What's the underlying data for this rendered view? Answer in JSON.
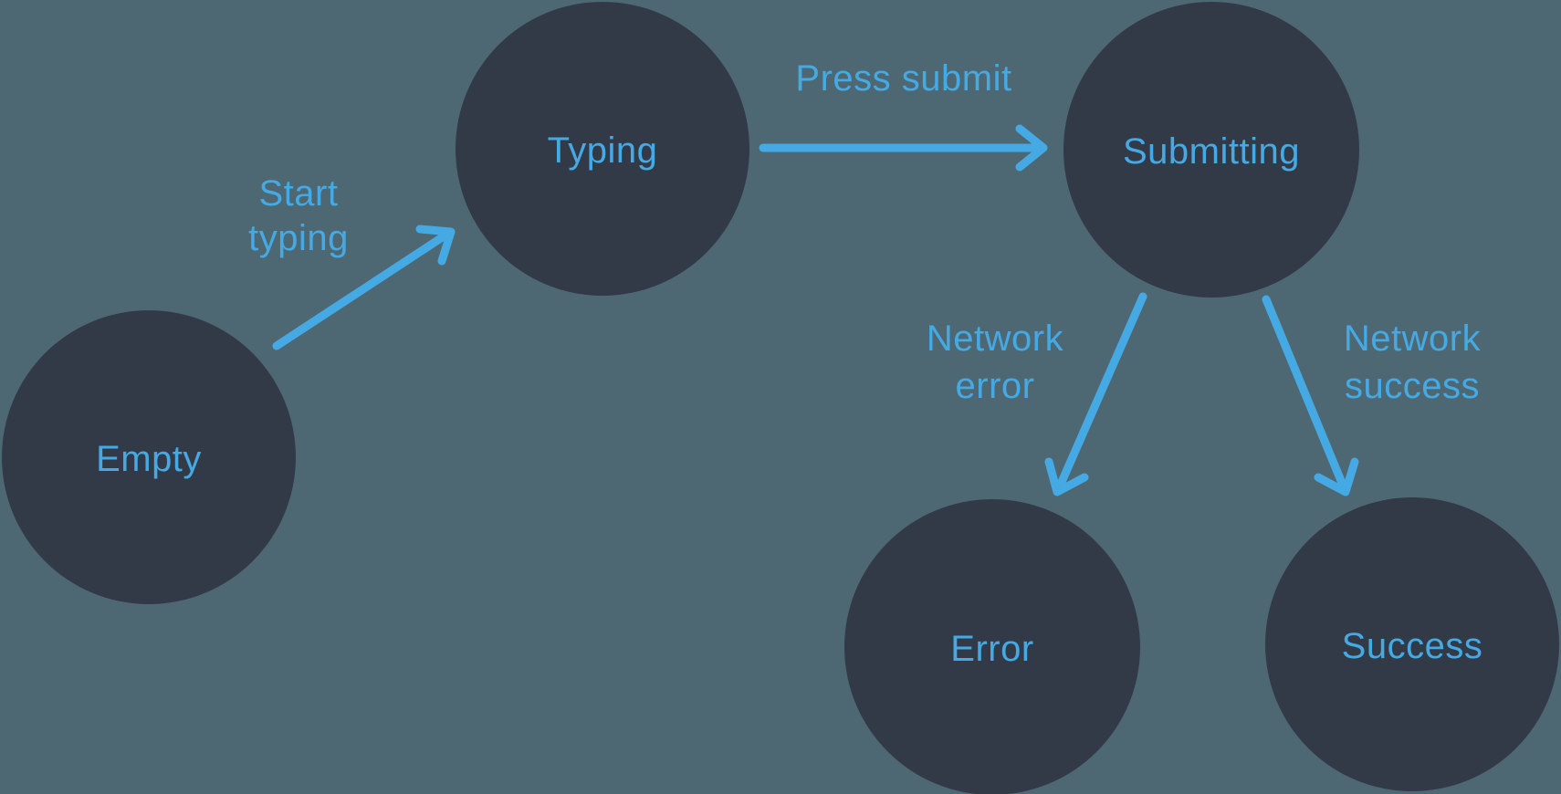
{
  "diagram": {
    "type": "state-machine",
    "colors": {
      "background": "#4D6872",
      "node_fill": "#333A47",
      "accent": "#45A9E4"
    },
    "nodes": [
      {
        "id": "empty",
        "label": "Empty"
      },
      {
        "id": "typing",
        "label": "Typing"
      },
      {
        "id": "submitting",
        "label": "Submitting"
      },
      {
        "id": "error",
        "label": "Error"
      },
      {
        "id": "success",
        "label": "Success"
      }
    ],
    "edges": [
      {
        "from": "empty",
        "to": "typing",
        "label_lines": [
          "Start",
          "typing"
        ]
      },
      {
        "from": "typing",
        "to": "submitting",
        "label_lines": [
          "Press submit"
        ]
      },
      {
        "from": "submitting",
        "to": "error",
        "label_lines": [
          "Network",
          "error"
        ]
      },
      {
        "from": "submitting",
        "to": "success",
        "label_lines": [
          "Network",
          "success"
        ]
      }
    ]
  }
}
